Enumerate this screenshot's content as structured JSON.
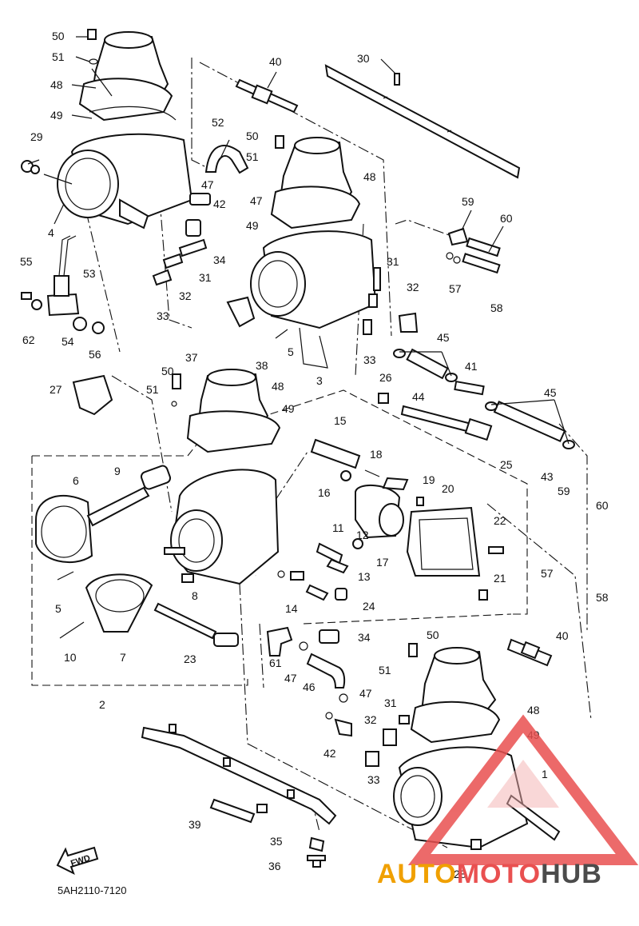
{
  "diagram_code": "5AH2110-7120",
  "fwd_label": "FWD",
  "watermark": {
    "auto": "AUTO",
    "moto": "MOTO",
    "hub": "HUB",
    "brand_colors": [
      "#f0a000",
      "#e95050",
      "#4b4b4b"
    ]
  },
  "callouts": {
    "p1": "1",
    "p2": "2",
    "p3": "3",
    "p4": "4",
    "p5a": "5",
    "p5b": "5",
    "p6": "6",
    "p7": "7",
    "p8": "8",
    "p9": "9",
    "p10": "10",
    "p11": "11",
    "p12": "12",
    "p13": "13",
    "p14": "14",
    "p15": "15",
    "p16": "16",
    "p17": "17",
    "p18": "18",
    "p19": "19",
    "p20": "20",
    "p21": "21",
    "p22": "22",
    "p23": "23",
    "p24": "24",
    "p25": "25",
    "p26": "26",
    "p27": "27",
    "p28": "28",
    "p29": "29",
    "p30": "30",
    "p31a": "31",
    "p31b": "31",
    "p31c": "31",
    "p32a": "32",
    "p32b": "32",
    "p32c": "32",
    "p33a": "33",
    "p33b": "33",
    "p33c": "33",
    "p34a": "34",
    "p34b": "34",
    "p35": "35",
    "p36": "36",
    "p37": "37",
    "p38": "38",
    "p39": "39",
    "p40a": "40",
    "p40b": "40",
    "p41": "41",
    "p42a": "42",
    "p42b": "42",
    "p43": "43",
    "p44": "44",
    "p45a": "45",
    "p45b": "45",
    "p46": "46",
    "p47a": "47",
    "p47b": "47",
    "p47c": "47",
    "p47d": "47",
    "p48a": "48",
    "p48b": "48",
    "p48c": "48",
    "p48d": "48",
    "p49a": "49",
    "p49b": "49",
    "p49c": "49",
    "p49d": "49",
    "p50a": "50",
    "p50b": "50",
    "p50c": "50",
    "p50d": "50",
    "p51a": "51",
    "p51b": "51",
    "p51c": "51",
    "p51d": "51",
    "p52": "52",
    "p53": "53",
    "p54": "54",
    "p55": "55",
    "p56": "56",
    "p57a": "57",
    "p57b": "57",
    "p58a": "58",
    "p58b": "58",
    "p59a": "59",
    "p59b": "59",
    "p60a": "60",
    "p60b": "60",
    "p61": "61",
    "p62": "62"
  }
}
